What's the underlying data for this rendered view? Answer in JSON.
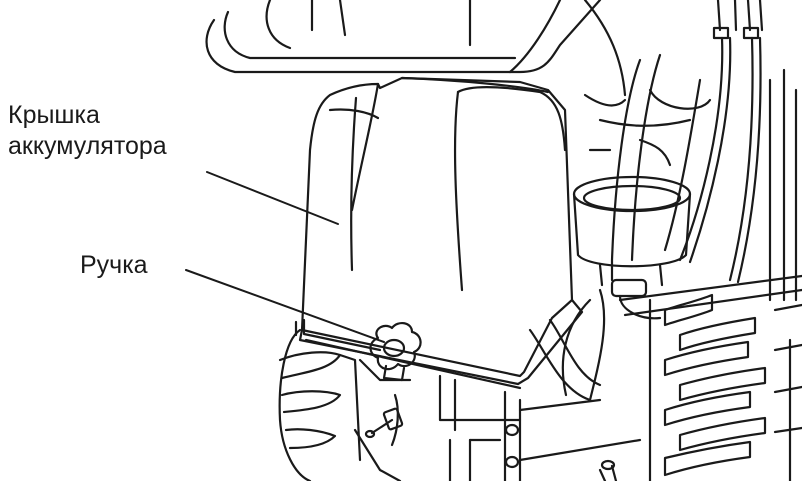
{
  "callouts": {
    "battery_cover": {
      "line1": "Крышка",
      "line2": "аккумулятора"
    },
    "handle": {
      "text": "Ручка"
    }
  },
  "colors": {
    "ink": "#1a1a1a",
    "background": "#ffffff"
  }
}
